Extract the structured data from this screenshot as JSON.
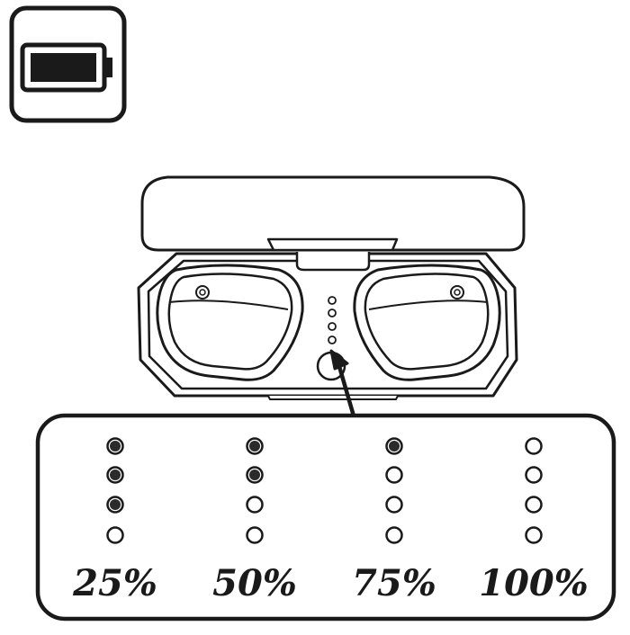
{
  "colors": {
    "ink": "#1a1a1a",
    "led_on": "#2b2b2b",
    "paper": "#ffffff"
  },
  "icon": {
    "name": "battery-icon"
  },
  "case": {
    "led_count": 4,
    "left_bud_icon": "earbud-left-icon",
    "right_bud_icon": "earbud-right-icon"
  },
  "levels": [
    {
      "label": "25%",
      "lit": [
        true,
        true,
        true,
        false
      ]
    },
    {
      "label": "50%",
      "lit": [
        true,
        true,
        false,
        false
      ]
    },
    {
      "label": "75%",
      "lit": [
        true,
        false,
        false,
        false
      ]
    },
    {
      "label": "100%",
      "lit": [
        false,
        false,
        false,
        false
      ]
    }
  ]
}
